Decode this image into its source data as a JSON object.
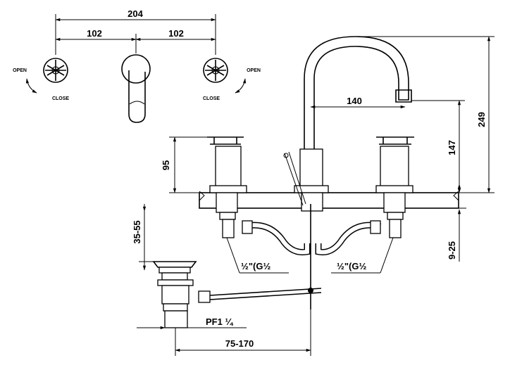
{
  "dimensions": {
    "overall_width": "204",
    "left_spacing": "102",
    "right_spacing": "102",
    "spout_reach": "140",
    "spout_height": "147",
    "total_height": "249",
    "handle_height": "95",
    "deck_thickness": "9-25",
    "drain_height": "35-55",
    "drain_distance": "75-170"
  },
  "labels": {
    "open_left": "OPEN",
    "close_left": "CLOSE",
    "open_right": "OPEN",
    "close_right": "CLOSE",
    "thread_left": "½\"(G½",
    "thread_right": "½\"(G½",
    "drain_thread": "PF1 ¼"
  }
}
